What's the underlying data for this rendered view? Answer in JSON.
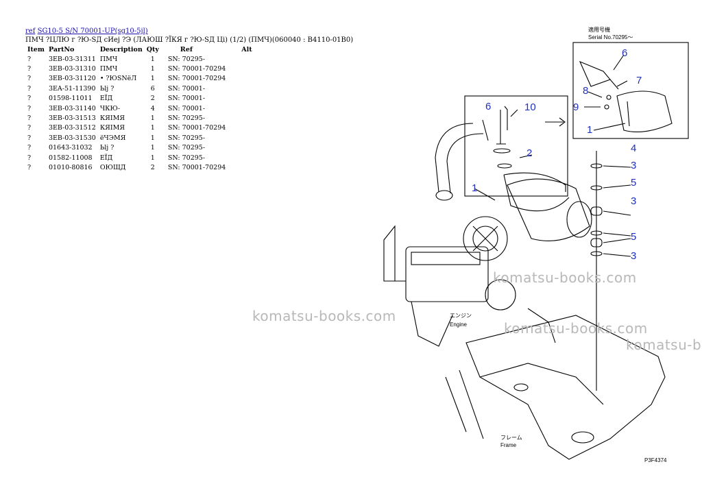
{
  "header": {
    "ref_link": "ref",
    "model_link": "SG10-5 S/N 70001-UP(sg10-5jl)",
    "title": "ПМЧ ?ЦЛЮ г ?Ю-SД сИеj ?Э (ЛАЮШ ?ЇКЯ г ?Ю-SД Ці) (1/2) (ПМЧ)(060040 : B4110-01B0)"
  },
  "table": {
    "headers": [
      "Item",
      "PartNo",
      "Description",
      "Qty",
      "Ref",
      "Alt"
    ],
    "rows": [
      [
        "?",
        "3EB-03-31311",
        "ПМЧ",
        "1",
        "SN: 70295-",
        ""
      ],
      [
        "?",
        "3EB-03-31310",
        "ПМЧ",
        "1",
        "SN: 70001-70294",
        ""
      ],
      [
        "?",
        "3EB-03-31120",
        "• ?ЮSNёЛ",
        "1",
        "SN: 70001-70294",
        ""
      ],
      [
        "?",
        "3EA-51-11390",
        "Ьlj ?",
        "6",
        "SN: 70001-",
        ""
      ],
      [
        "?",
        "01598-11011",
        "ЕЇД",
        "2",
        "SN: 70001-",
        ""
      ],
      [
        "?",
        "3EB-03-31140",
        "ЧКЮ-",
        "4",
        "SN: 70001-",
        ""
      ],
      [
        "?",
        "3EB-03-31513",
        "КЯIМЯ",
        "1",
        "SN: 70295-",
        ""
      ],
      [
        "?",
        "3EB-03-31512",
        "КЯIМЯ",
        "1",
        "SN: 70001-70294",
        ""
      ],
      [
        "?",
        "3EB-03-31530",
        "ёЧЭМЯ",
        "1",
        "SN: 70295-",
        ""
      ],
      [
        "?",
        "01643-31032",
        "Ьlj ?",
        "1",
        "SN: 70295-",
        ""
      ],
      [
        "?",
        "01582-11008",
        "ЕЇД",
        "1",
        "SN: 70295-",
        ""
      ],
      [
        "?",
        "01010-80816",
        "ОЮЩД",
        "2",
        "SN: 70001-70294",
        ""
      ]
    ]
  },
  "diagram": {
    "serial_jp": "適用号機",
    "serial_en": "Serial No.70295～",
    "engine_jp": "エンジン",
    "engine_en": "Engine",
    "frame_jp": "フレーム",
    "frame_en": "Frame",
    "code": "P3F4374",
    "callouts": {
      "inset_top": [
        "6",
        "7",
        "8",
        "9",
        "1"
      ],
      "inset_left": [
        "6",
        "10",
        "2",
        "1"
      ],
      "right_stack": [
        "4",
        "3",
        "5",
        "3",
        "5",
        "3"
      ]
    }
  },
  "watermarks": [
    "komatsu-books.com",
    "komatsu-books.com",
    "komatsu-books.com",
    "komatsu-b"
  ],
  "colors": {
    "link": "#1a0dab",
    "callout": "#1f2fbf",
    "watermark": "#b8b8b8"
  }
}
